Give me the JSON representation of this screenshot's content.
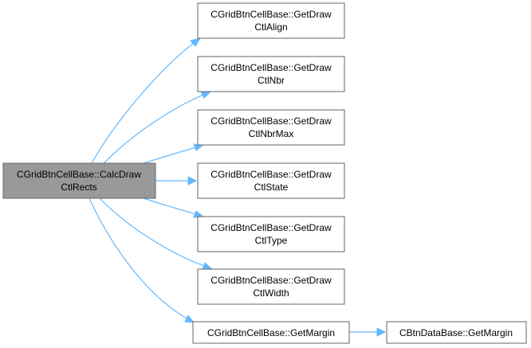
{
  "nodes": {
    "calc_draw_ctl_rects": {
      "line1": "CGridBtnCellBase::CalcDraw",
      "line2": "CtlRects"
    },
    "get_draw_ctl_align": {
      "line1": "CGridBtnCellBase::GetDraw",
      "line2": "CtlAlign"
    },
    "get_draw_ctl_nbr": {
      "line1": "CGridBtnCellBase::GetDraw",
      "line2": "CtlNbr"
    },
    "get_draw_ctl_nbr_max": {
      "line1": "CGridBtnCellBase::GetDraw",
      "line2": "CtlNbrMax"
    },
    "get_draw_ctl_state": {
      "line1": "CGridBtnCellBase::GetDraw",
      "line2": "CtlState"
    },
    "get_draw_ctl_type": {
      "line1": "CGridBtnCellBase::GetDraw",
      "line2": "CtlType"
    },
    "get_draw_ctl_width": {
      "line1": "CGridBtnCellBase::GetDraw",
      "line2": "CtlWidth"
    },
    "get_margin": {
      "line1": "CGridBtnCellBase::GetMargin"
    },
    "btn_data_get_margin": {
      "line1": "CBtnDataBase::GetMargin"
    }
  },
  "edges": [
    {
      "from": "CGridBtnCellBase::CalcDrawCtlRects",
      "to": "CGridBtnCellBase::GetDrawCtlAlign"
    },
    {
      "from": "CGridBtnCellBase::CalcDrawCtlRects",
      "to": "CGridBtnCellBase::GetDrawCtlNbr"
    },
    {
      "from": "CGridBtnCellBase::CalcDrawCtlRects",
      "to": "CGridBtnCellBase::GetDrawCtlNbrMax"
    },
    {
      "from": "CGridBtnCellBase::CalcDrawCtlRects",
      "to": "CGridBtnCellBase::GetDrawCtlState"
    },
    {
      "from": "CGridBtnCellBase::CalcDrawCtlRects",
      "to": "CGridBtnCellBase::GetDrawCtlType"
    },
    {
      "from": "CGridBtnCellBase::CalcDrawCtlRects",
      "to": "CGridBtnCellBase::GetDrawCtlWidth"
    },
    {
      "from": "CGridBtnCellBase::CalcDrawCtlRects",
      "to": "CGridBtnCellBase::GetMargin"
    },
    {
      "from": "CGridBtnCellBase::GetMargin",
      "to": "CBtnDataBase::GetMargin"
    }
  ],
  "colors": {
    "edge": "#63b8ff",
    "root_fill": "#999999",
    "node_border": "#666666",
    "node_fill": "#ffffff"
  }
}
